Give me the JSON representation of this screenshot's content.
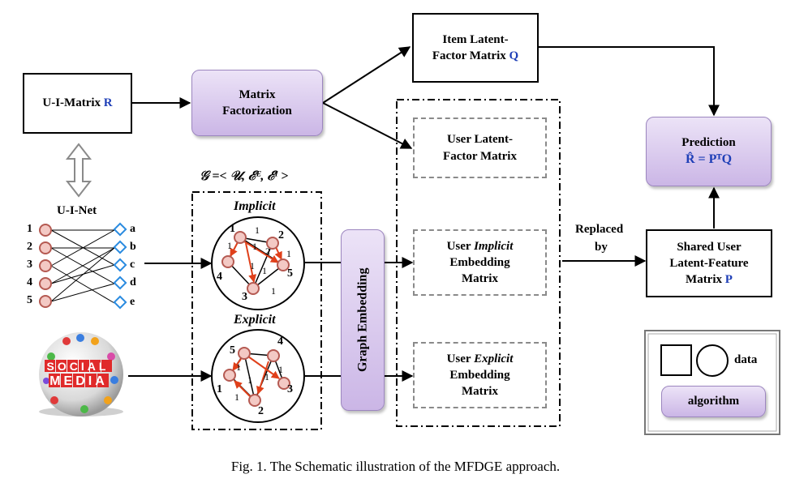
{
  "boxes": {
    "ui_matrix": {
      "label": "U-I-Matrix ",
      "symbol": "R"
    },
    "matrix_factorization": {
      "line1": "Matrix",
      "line2": "Factorization"
    },
    "item_latent": {
      "line1": "Item Latent-",
      "line2": "Factor Matrix ",
      "symbol": "Q"
    },
    "user_latent": {
      "line1": "User Latent-",
      "line2": "Factor Matrix"
    },
    "user_implicit": {
      "line1a": "User ",
      "line1b": "Implicit",
      "line2": "Embedding",
      "line3": "Matrix"
    },
    "user_explicit": {
      "line1a": "User ",
      "line1b": "Explicit",
      "line2": "Embedding",
      "line3": "Matrix"
    },
    "graph_embedding": "Graph Embedding",
    "prediction": {
      "line1": "Prediction",
      "line2": "R̂ = PᵀQ"
    },
    "shared_user": {
      "line1": "Shared User",
      "line2": "Latent-Feature",
      "line3": "Matrix ",
      "symbol": "P"
    }
  },
  "labels": {
    "ui_net": "U-I-Net",
    "replaced_by_1": "Replaced",
    "replaced_by_2": "by",
    "graph_def": "𝒢 =< 𝒰, ℰᴱ, ℰᴵ >",
    "implicit": "Implicit",
    "explicit": "Explicit",
    "social_line1": "SOCIAL",
    "social_line2": "MEDIA"
  },
  "bipartite": {
    "users": [
      "1",
      "2",
      "3",
      "4",
      "5"
    ],
    "items": [
      "a",
      "b",
      "c",
      "d",
      "e"
    ]
  },
  "implicit_graph": {
    "nodes": [
      "1",
      "2",
      "3",
      "4",
      "5"
    ],
    "edge_weights": [
      "1",
      "1",
      "1",
      "2",
      "1",
      "1",
      "1",
      "1"
    ]
  },
  "explicit_graph": {
    "nodes": [
      "1",
      "2",
      "3",
      "4",
      "5"
    ],
    "edge_weights": [
      "1",
      "1",
      "1",
      "1",
      "1"
    ]
  },
  "legend": {
    "data": "data",
    "algorithm": "algorithm"
  },
  "caption": "Fig. 1.  The Schematic illustration of the MFDGE approach.",
  "colors": {
    "algorithm_fill": "#d9c9ee",
    "symbol_blue": "#1f3fb7",
    "edge_red": "#e0401a",
    "node_fill": "#f3c9c4",
    "item_blue": "#2a8be0"
  }
}
